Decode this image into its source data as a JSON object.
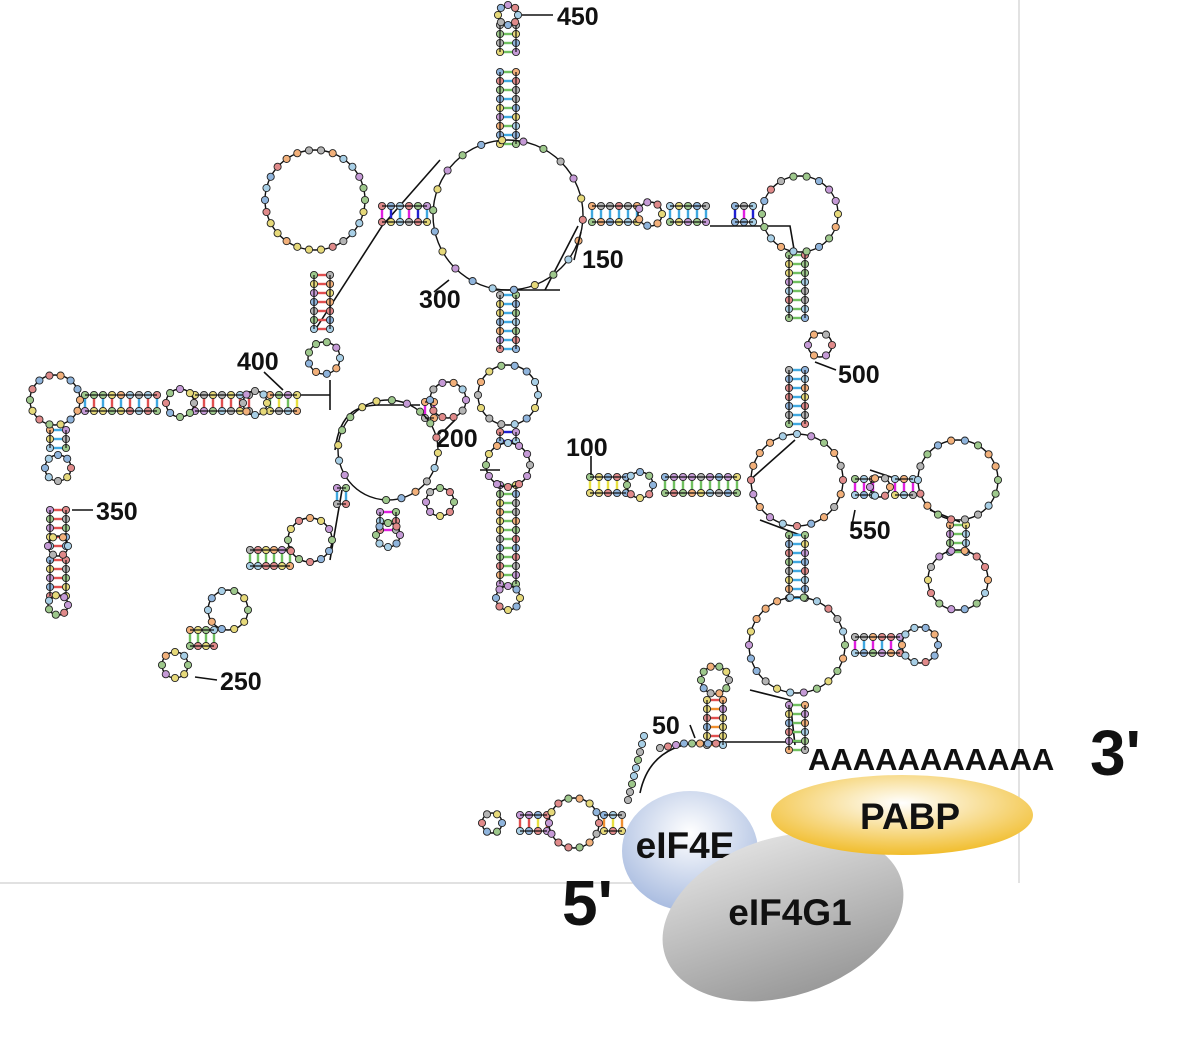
{
  "diagram": {
    "position_labels": [
      "450",
      "150",
      "300",
      "400",
      "200",
      "100",
      "500",
      "350",
      "550",
      "250",
      "50"
    ],
    "five_prime": "5'",
    "three_prime": "3'",
    "poly_a": "AAAAAAAAAAA",
    "proteins": {
      "eif4e": {
        "label": "eIF4E",
        "color": "#a9bce0"
      },
      "eif4g1": {
        "label": "eIF4G1",
        "color": "#9a9a9a"
      },
      "pabp": {
        "label": "PABP",
        "color": "#f1bd2c"
      }
    },
    "base_pair_colors": [
      "#e05050",
      "#f09030",
      "#e8e040",
      "#70c060",
      "#40a8e0",
      "#2020d0",
      "#e020e0"
    ],
    "nucleotide_colors": [
      "#9ec88c",
      "#8fb4dc",
      "#e08a8a",
      "#e6d97a",
      "#c59ad6",
      "#a8cfe6",
      "#f2b07a",
      "#b4b4b4"
    ]
  }
}
